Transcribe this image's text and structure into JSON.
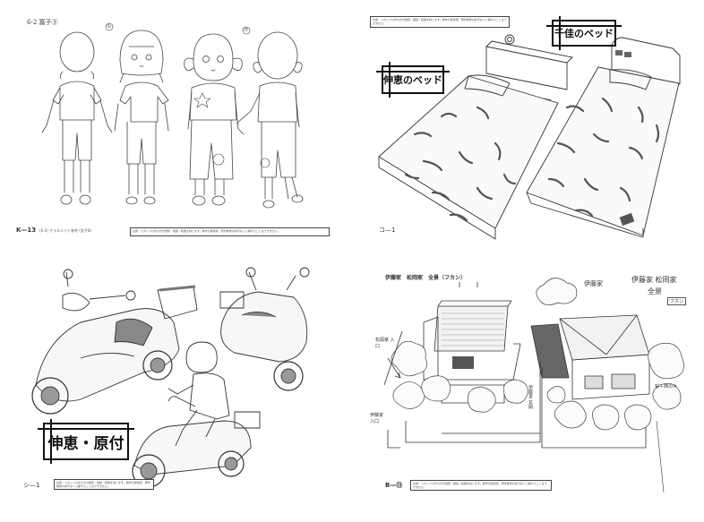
{
  "sheets": [
    {
      "position": "top-left",
      "subject": "character turnaround, two girls front/back views",
      "handwritten_code": "6-2 冨子③",
      "figure_markers": [
        "①",
        "⑦"
      ],
      "sheet_id": "K—13",
      "sheet_subtitle": "(6-2) クラスメイト参考 (女子B)",
      "notice": "社員・スタッフ以外の方の閲覧・複製・転載を禁じます。制作の関係者、著作権者の許可なく公開することはできません。"
    },
    {
      "position": "top-right",
      "subject": "two beds side by side",
      "labels": [
        "伸恵のベッド",
        "千佳のベッド"
      ],
      "sheet_id": "コ—1",
      "notice": "社員・スタッフ以外の方の閲覧・複製・転載を禁じます。制作の関係者、著作権者の許可なく公開することはできません。"
    },
    {
      "position": "bottom-left",
      "subject": "scooter designs with rider",
      "labels": [
        "伸恵・原付"
      ],
      "sheet_id": "シ—1",
      "notice": "社員・スタッフ以外の方の閲覧・複製・転載を禁じます。制作の関係者、著作権者の許可なく公開することはできません。"
    },
    {
      "position": "bottom-right",
      "subject": "aerial view of two neighboring houses",
      "header": "伊藤家　松岡家　全景（フカン）",
      "header_annotation": "松岡家",
      "labels": {
        "ito_house": "伊藤家",
        "title_handwritten_line1": "伊藤家 松岡家",
        "title_handwritten_line2": "全景",
        "stamp": "フカン",
        "matsuoka_entrance": "松岡家 入口",
        "ito_entrance": "伊藤家 入口",
        "ito_path": "伊藤家 玄関",
        "trees": "桜＋柿の木"
      },
      "sheet_id": "B—⑬",
      "notice": "社員・スタッフ以外の方の閲覧・複製・転載を禁じます。制作の関係者、著作権者の許可なく公開することはできません。"
    }
  ]
}
